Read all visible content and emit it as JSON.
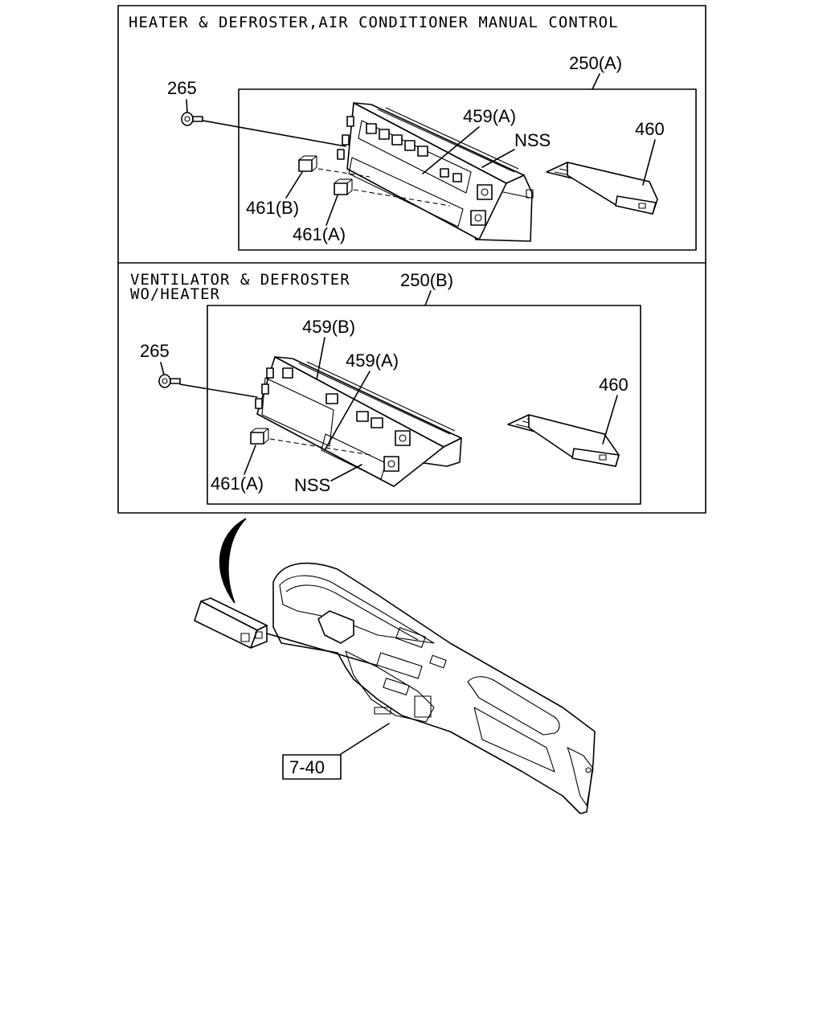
{
  "panel_a": {
    "title": "HEATER & DEFROSTER,AIR CONDITIONER MANUAL CONTROL",
    "callouts": {
      "assembly": "250(A)",
      "screw": "265",
      "panel": "459(A)",
      "nss": "NSS",
      "module": "460",
      "knob_b": "461(B)",
      "knob_a": "461(A)"
    }
  },
  "panel_b": {
    "title_line1": "VENTILATOR & DEFROSTER",
    "title_line2": "WO/HEATER",
    "callouts": {
      "assembly": "250(B)",
      "screw": "265",
      "panel_b": "459(B)",
      "panel_a": "459(A)",
      "module": "460",
      "knob_a": "461(A)",
      "nss": "NSS"
    }
  },
  "dashboard": {
    "reference_label": "7-40"
  }
}
